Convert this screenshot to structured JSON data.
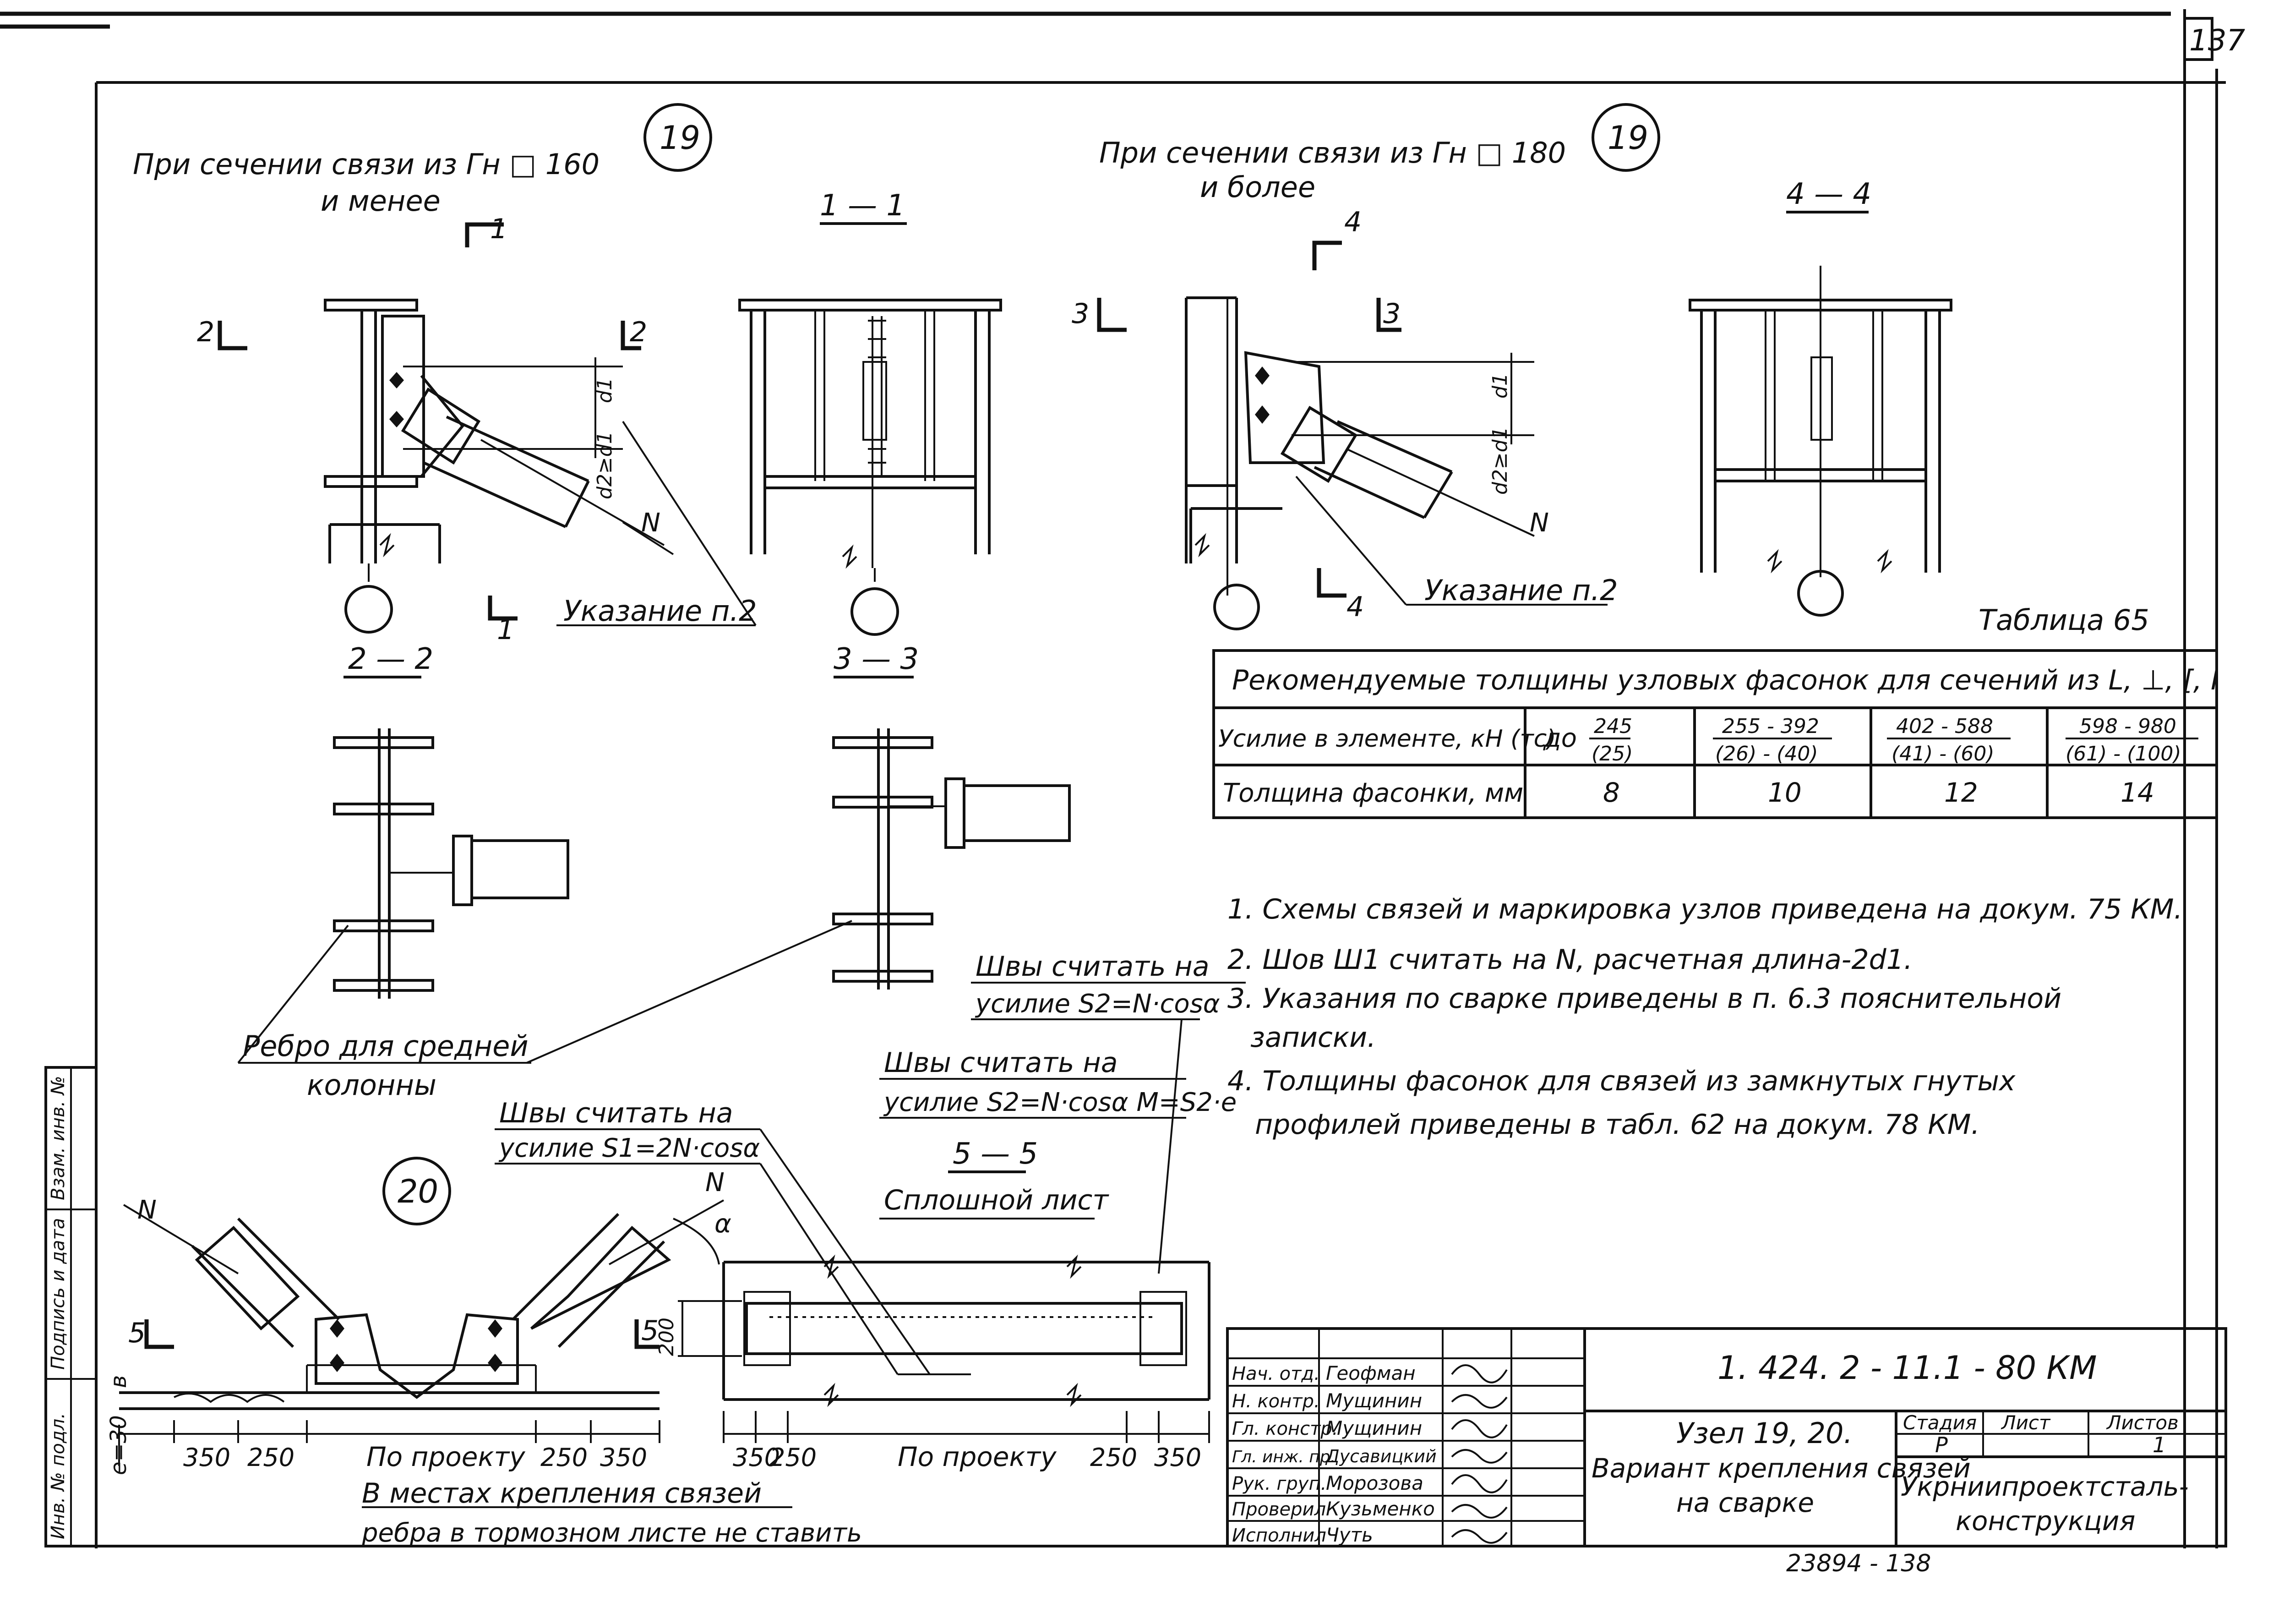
{
  "page_number": "137",
  "node19_left": {
    "caption_line1": "При сечении связи из Гн □ 160",
    "caption_line2": "и менее",
    "node_no": "19",
    "section_1": "1",
    "section_2": "2",
    "dim_d1": "d1",
    "dim_d2": "d2≥d1",
    "force": "N",
    "note": "Указание п.2"
  },
  "section_1_1": {
    "title": "1 — 1"
  },
  "section_2_2": {
    "title": "2 — 2"
  },
  "node19_right": {
    "caption_line1": "При сечении связи из Гн □ 180",
    "caption_line2": "и более",
    "node_no": "19",
    "section_3": "3",
    "section_4": "4",
    "dim_d1": "d1",
    "dim_d2": "d2≥d1",
    "force": "N",
    "note": "Указание п.2"
  },
  "section_4_4": {
    "title": "4 — 4"
  },
  "section_3_3": {
    "title": "3 — 3"
  },
  "rib_note": {
    "line1": "Ребро для средней",
    "line2": "колонны"
  },
  "table65": {
    "label": "Таблица 65",
    "header": "Рекомендуемые толщины узловых фасонок для сечений из L, ⊥, [, I",
    "row1_label": "Усилие в элементе, кН (тс)",
    "row1_prefix": "до",
    "row1_values": [
      {
        "top": "245",
        "bottom": "(25)"
      },
      {
        "top": "255 - 392",
        "bottom": "(26) - (40)"
      },
      {
        "top": "402 - 588",
        "bottom": "(41) - (60)"
      },
      {
        "top": "598 - 980",
        "bottom": "(61) - (100)"
      }
    ],
    "row2_label": "Толщина фасонки, мм",
    "row2_values": [
      "8",
      "10",
      "12",
      "14"
    ]
  },
  "notes": [
    "1. Схемы связей и маркировка узлов приведена на докум. 75 КМ.",
    "2. Шов Ш1 считать на N, расчетная длина-2d1.",
    "3. Указания по сварке приведены в п. 6.3 пояснительной",
    "записки.",
    "4. Толщины фасонок для связей из замкнутых гнутых",
    "профилей приведены в табл. 62 на докум. 78 КМ."
  ],
  "weld_notes": {
    "s1_line1": "Швы считать на",
    "s1_line2": "усилие S1=2N·cosα",
    "s2_line1": "Швы считать на",
    "s2_line2": "усилие S2=N·cosα",
    "s2m_line1": "Швы считать на",
    "s2m_line2": "усилие S2=N·cosα M=S2·e"
  },
  "node20": {
    "node_no": "20",
    "force_left": "N",
    "force_right": "N",
    "alpha": "α",
    "section_5": "5",
    "label_b": "в",
    "label_e": "e=30",
    "dims": [
      "350",
      "250",
      "По проекту",
      "250",
      "350"
    ],
    "bottom_note_line1": "В местах крепления связей",
    "bottom_note_line2": "ребра в тормозном листе не ставить"
  },
  "section_5_5": {
    "title": "5 — 5",
    "subtitle": "Сплошной лист",
    "dim_200": "200",
    "dims": [
      "350",
      "250",
      "По проекту",
      "250",
      "350"
    ]
  },
  "side_stamp": [
    "Инв. № подл.",
    "Подпись и дата",
    "Взам. инв. №"
  ],
  "title_block": {
    "doc_code": "1. 424. 2 - 11.1 - 80 КМ",
    "roles": [
      "Нач. отд.",
      "Н. контр.",
      "Гл. констр.",
      "Гл. инж. пр.",
      "Рук. груп.",
      "Проверил",
      "Исполнил"
    ],
    "names": [
      "Геофман",
      "Мущинин",
      "Мущинин",
      "Дусавицкий",
      "Морозова",
      "Кузьменко",
      "Чуть"
    ],
    "title_line1": "Узел 19, 20.",
    "title_line2": "Вариант крепления связей",
    "title_line3": "на сварке",
    "stage_label": "Стадия",
    "sheet_label": "Лист",
    "sheets_label": "Листов",
    "stage_value": "Р",
    "sheets_value": "1",
    "org_line1": "Укрниипроектсталь-",
    "org_line2": "конструкция",
    "bottom_number": "23894 - 138"
  }
}
